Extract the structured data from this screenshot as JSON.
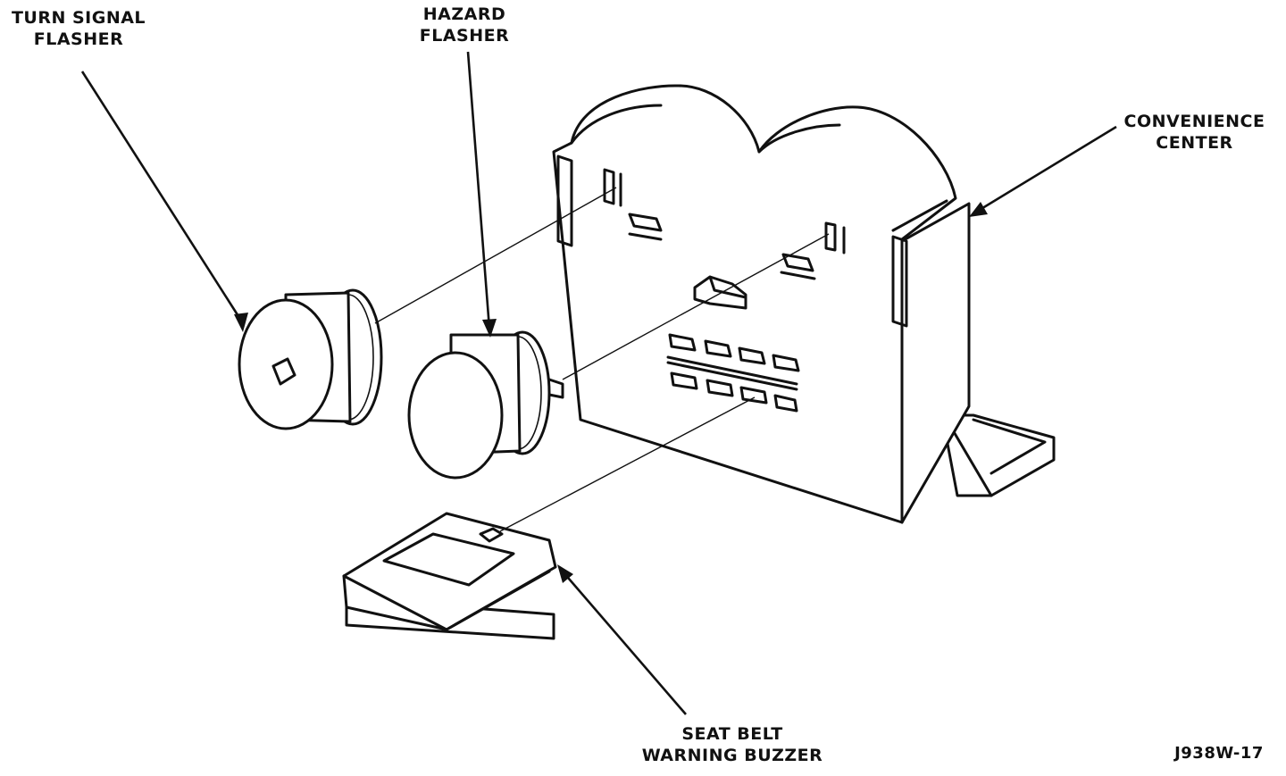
{
  "labels": {
    "turn_signal_flasher": [
      "TURN SIGNAL",
      "FLASHER"
    ],
    "hazard_flasher": [
      "HAZARD",
      "FLASHER"
    ],
    "convenience_center": [
      "CONVENIENCE",
      "CENTER"
    ],
    "seat_belt_warning_buzzer": [
      "SEAT BELT",
      "WARNING BUZZER"
    ],
    "figure_id": "J938W-17"
  },
  "colors": {
    "ink": "#111111",
    "paper": "#ffffff"
  }
}
